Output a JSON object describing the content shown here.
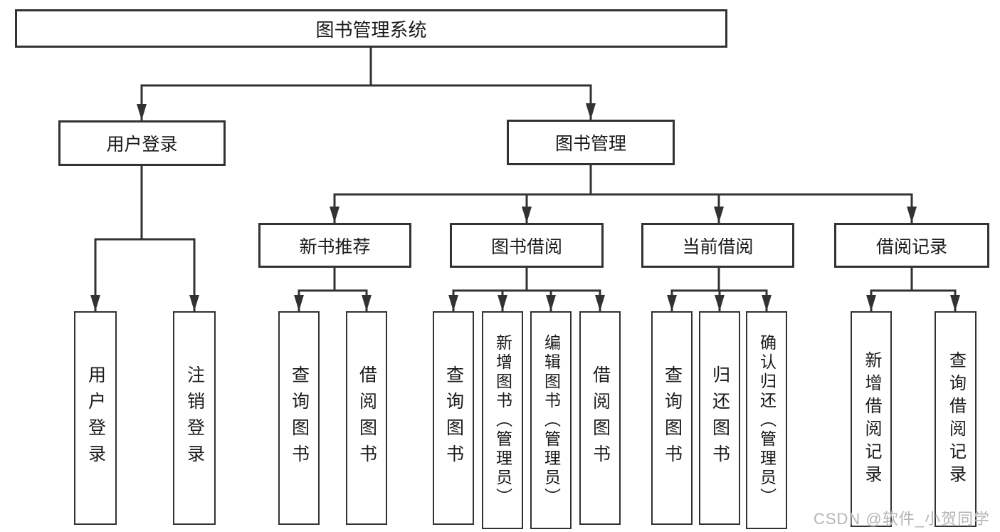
{
  "diagram": {
    "root": {
      "label": "图书管理系统"
    },
    "level2": {
      "user_login": {
        "label": "用户登录"
      },
      "book_mgmt": {
        "label": "图书管理"
      }
    },
    "level3": {
      "new_books": {
        "label": "新书推荐"
      },
      "book_borrow": {
        "label": "图书借阅"
      },
      "current_borrow": {
        "label": "当前借阅"
      },
      "borrow_records": {
        "label": "借阅记录"
      }
    },
    "leaves": {
      "user_login": [
        "用户登录",
        "注销登录"
      ],
      "new_books": [
        "查询图书",
        "借阅图书"
      ],
      "book_borrow": [
        "查询图书",
        "新增图书（管理员）",
        "编辑图书（管理员）",
        "借阅图书"
      ],
      "current_borrow": [
        "查询图书",
        "归还图书",
        "确认归还（管理员）"
      ],
      "borrow_records": [
        "新增借阅记录",
        "查询借阅记录"
      ]
    }
  },
  "watermark": "CSDN @软件_小贺同学",
  "colors": {
    "line": "#323232",
    "text": "#1a1a1a",
    "box_background": "#ffffff",
    "watermark": "#b5b5b5"
  }
}
